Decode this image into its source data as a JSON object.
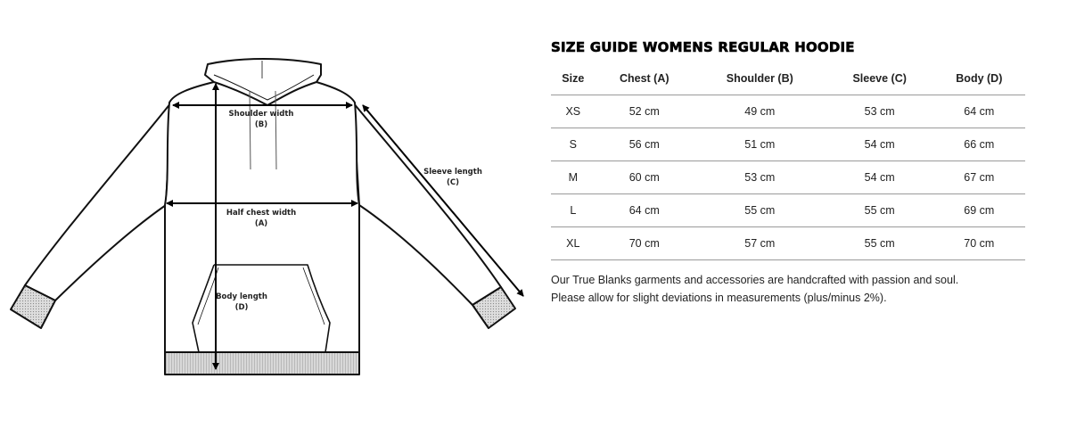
{
  "diagram": {
    "labels": {
      "shoulder": "Shoulder width",
      "shoulder_code": "(B)",
      "chest": "Half chest width",
      "chest_code": "(A)",
      "sleeve": "Sleeve length",
      "sleeve_code": "(C)",
      "body": "Body length",
      "body_code": "(D)"
    }
  },
  "size_guide": {
    "title": "SIZE GUIDE WOMENS REGULAR HOODIE",
    "headers": [
      "Size",
      "Chest (A)",
      "Shoulder (B)",
      "Sleeve (C)",
      "Body (D)"
    ],
    "rows": [
      [
        "XS",
        "52 cm",
        "49 cm",
        "53 cm",
        "64 cm"
      ],
      [
        "S",
        "56 cm",
        "51 cm",
        "54 cm",
        "66 cm"
      ],
      [
        "M",
        "60 cm",
        "53 cm",
        "54 cm",
        "67 cm"
      ],
      [
        "L",
        "64 cm",
        "55 cm",
        "55 cm",
        "69 cm"
      ],
      [
        "XL",
        "70 cm",
        "57 cm",
        "55 cm",
        "70 cm"
      ]
    ],
    "note_line1": "Our True Blanks garments and accessories are handcrafted with passion and soul.",
    "note_line2": "Please allow for slight deviations in measurements (plus/minus 2%)."
  }
}
